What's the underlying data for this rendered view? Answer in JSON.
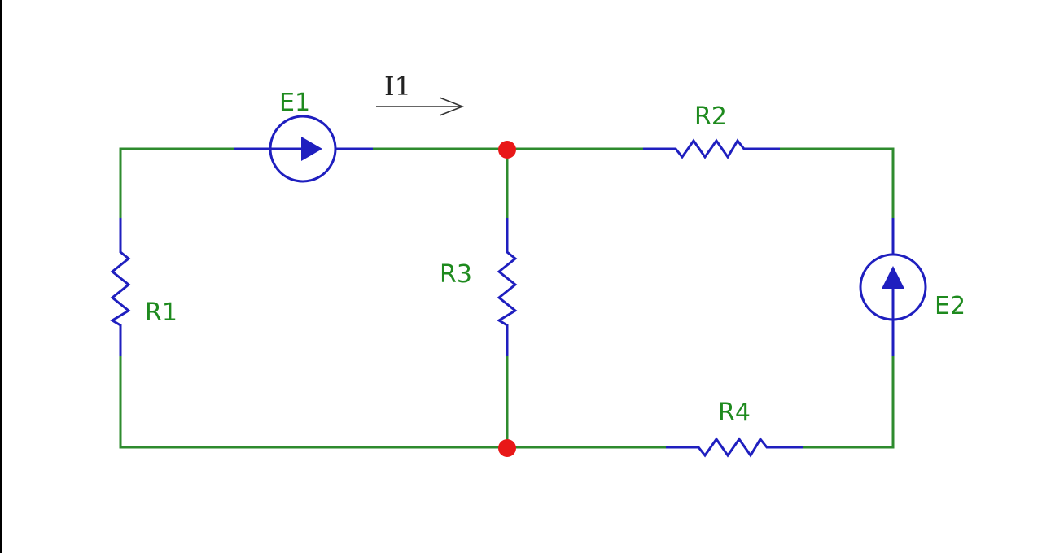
{
  "colors": {
    "wire": "#2e8b2e",
    "component": "#1f1fbf",
    "label": "#1e8a1e",
    "node": "#e81818",
    "current_label": "#222222",
    "background": "#ffffff"
  },
  "labels": {
    "e1": "E1",
    "e2": "E2",
    "r1": "R1",
    "r2": "R2",
    "r3": "R3",
    "r4": "R4",
    "i1": "I1"
  }
}
